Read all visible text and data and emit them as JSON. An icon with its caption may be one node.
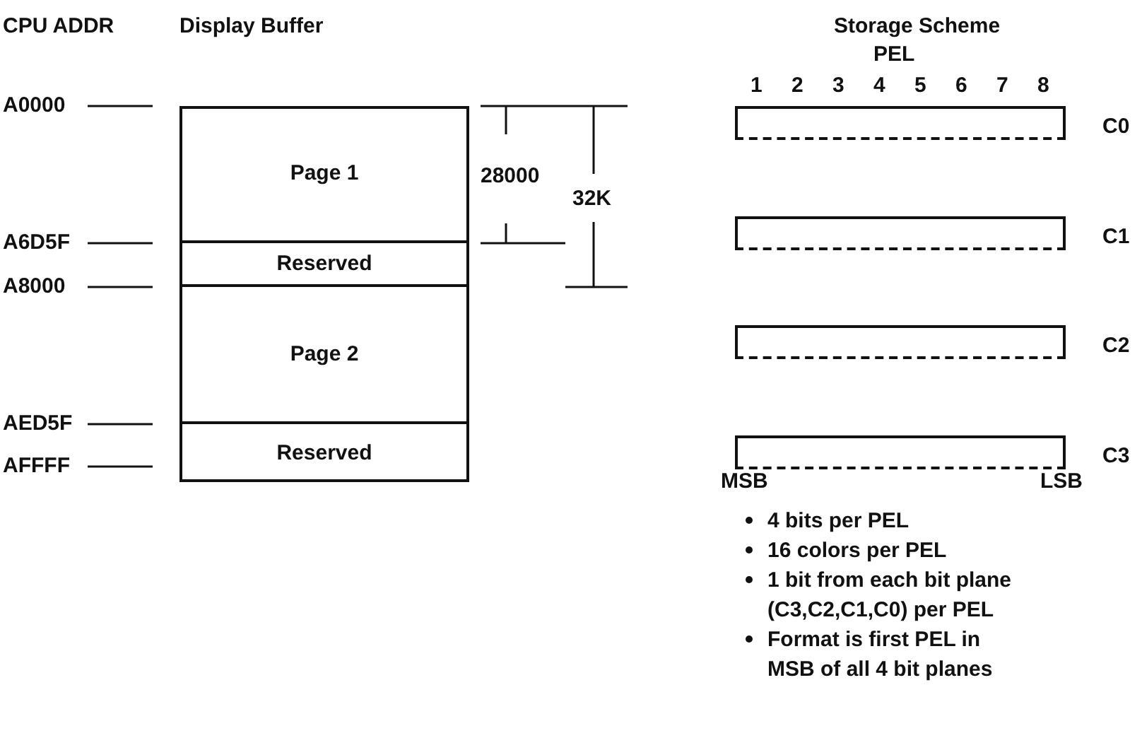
{
  "diagram": {
    "nodes": [
      {
        "text": [
          "Display Buffer"
        ]
      },
      {
        "text": [
          "Page 1"
        ],
        "in": 0
      },
      {
        "text": [
          "Reserved"
        ],
        "in": 0
      },
      {
        "text": [
          "Page 2"
        ],
        "in": 0
      },
      {
        "text": [
          "Reserved"
        ],
        "in": 0
      },
      {
        "text": [],
        "shape": "box",
        "beside": [
          "C0"
        ]
      },
      {
        "text": [],
        "shape": "box",
        "beside": [
          "C1"
        ]
      },
      {
        "text": [],
        "shape": "box",
        "beside": [
          "C2"
        ]
      },
      {
        "text": [],
        "shape": "box",
        "beside": [
          "C3"
        ]
      }
    ],
    "edges": [],
    "labels": [
      "CPU ADDR",
      "Storage Scheme",
      "PEL",
      "1",
      "2",
      "3",
      "4",
      "5",
      "6",
      "7",
      "8",
      "A0000",
      "A6D5F",
      "A8000",
      "AED5F",
      "AFFFF",
      "28000",
      "32K",
      "MSB",
      "LSB",
      "4 bits per PEL",
      "16 colors per PEL",
      "1 bit from each bit plane (C3,C2,C1,C0) per PEL",
      "Format is first PEL in MSB of all 4 bit planes"
    ]
  }
}
